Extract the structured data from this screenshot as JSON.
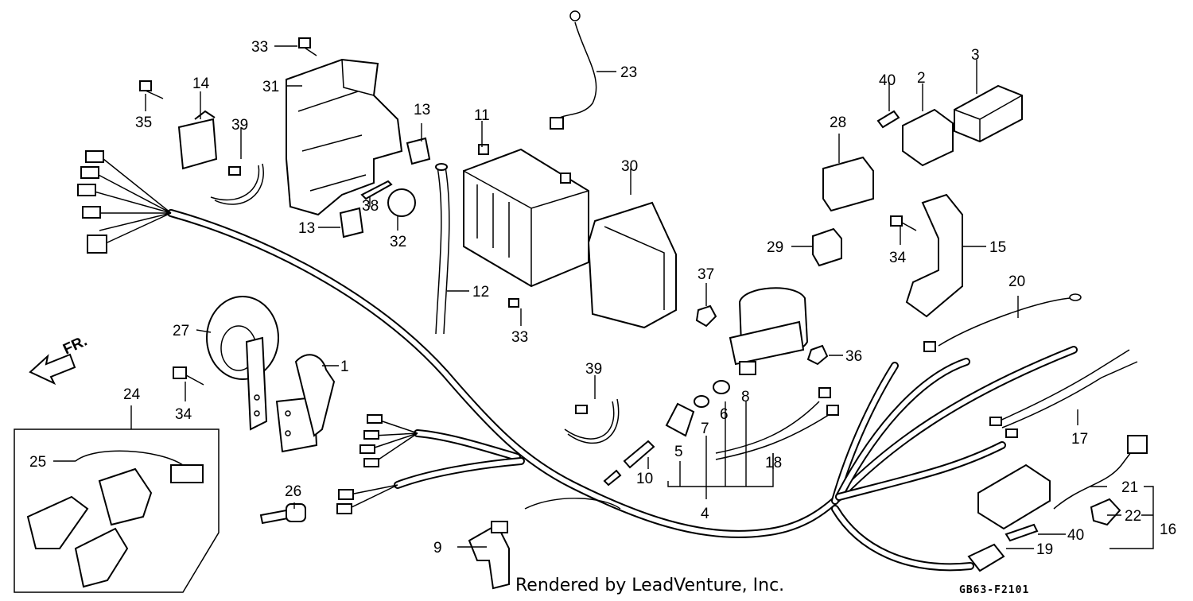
{
  "diagram": {
    "front_label": "FR.",
    "credit": "Rendered by LeadVenture, Inc.",
    "figure_code": "GB63-F2101",
    "callouts": [
      {
        "id": "c1",
        "text": "1"
      },
      {
        "id": "c2",
        "text": "2"
      },
      {
        "id": "c3",
        "text": "3"
      },
      {
        "id": "c4",
        "text": "4"
      },
      {
        "id": "c5",
        "text": "5"
      },
      {
        "id": "c6",
        "text": "6"
      },
      {
        "id": "c7",
        "text": "7"
      },
      {
        "id": "c8",
        "text": "8"
      },
      {
        "id": "c9",
        "text": "9"
      },
      {
        "id": "c10",
        "text": "10"
      },
      {
        "id": "c11",
        "text": "11"
      },
      {
        "id": "c12",
        "text": "12"
      },
      {
        "id": "c13a",
        "text": "13"
      },
      {
        "id": "c13b",
        "text": "13"
      },
      {
        "id": "c14",
        "text": "14"
      },
      {
        "id": "c15",
        "text": "15"
      },
      {
        "id": "c16",
        "text": "16"
      },
      {
        "id": "c17",
        "text": "17"
      },
      {
        "id": "c18",
        "text": "18"
      },
      {
        "id": "c19",
        "text": "19"
      },
      {
        "id": "c20",
        "text": "20"
      },
      {
        "id": "c21",
        "text": "21"
      },
      {
        "id": "c22",
        "text": "22"
      },
      {
        "id": "c23",
        "text": "23"
      },
      {
        "id": "c24",
        "text": "24"
      },
      {
        "id": "c25",
        "text": "25"
      },
      {
        "id": "c26",
        "text": "26"
      },
      {
        "id": "c27",
        "text": "27"
      },
      {
        "id": "c28",
        "text": "28"
      },
      {
        "id": "c29",
        "text": "29"
      },
      {
        "id": "c30",
        "text": "30"
      },
      {
        "id": "c31",
        "text": "31"
      },
      {
        "id": "c32",
        "text": "32"
      },
      {
        "id": "c33a",
        "text": "33"
      },
      {
        "id": "c33b",
        "text": "33"
      },
      {
        "id": "c34a",
        "text": "34"
      },
      {
        "id": "c34b",
        "text": "34"
      },
      {
        "id": "c35",
        "text": "35"
      },
      {
        "id": "c36",
        "text": "36"
      },
      {
        "id": "c37",
        "text": "37"
      },
      {
        "id": "c38",
        "text": "38"
      },
      {
        "id": "c39a",
        "text": "39"
      },
      {
        "id": "c39b",
        "text": "39"
      },
      {
        "id": "c40a",
        "text": "40"
      },
      {
        "id": "c40b",
        "text": "40"
      }
    ]
  }
}
